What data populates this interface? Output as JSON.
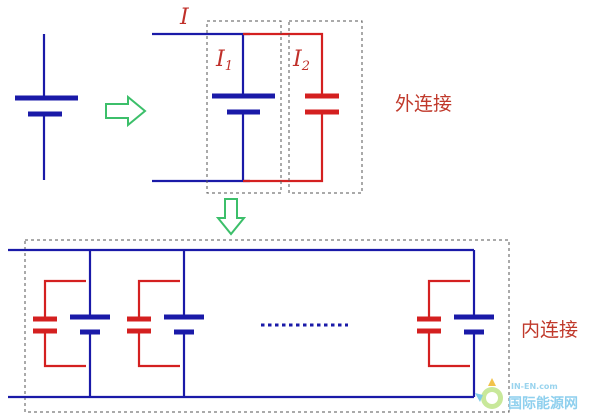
{
  "labels": {
    "current_total": "I",
    "current_1": "I",
    "current_1_sub": "1",
    "current_2": "I",
    "current_2_sub": "2",
    "external_connection": "外连接",
    "internal_connection": "内连接"
  },
  "watermark": {
    "site": "IN-EN.com",
    "name": "国际能源网"
  },
  "colors": {
    "wire_blue": "#1a1aa8",
    "wire_red": "#d42020",
    "arrow_green": "#3cbf6a",
    "label_red": "#c0392b"
  }
}
